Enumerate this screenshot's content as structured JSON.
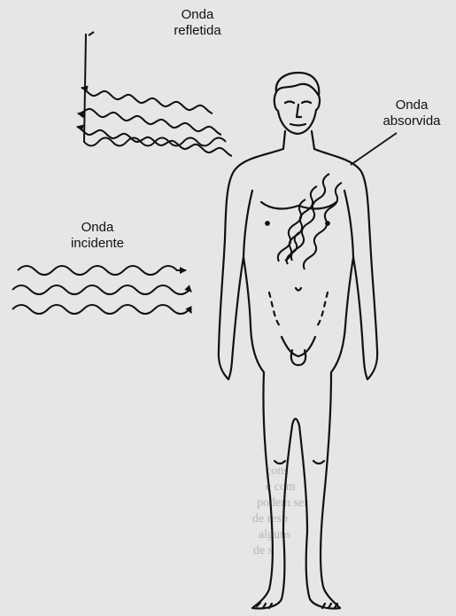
{
  "labels": {
    "reflected": {
      "line1": "Onda",
      "line2": "refletida"
    },
    "absorbed": {
      "line1": "Onda",
      "line2": "absorvida"
    },
    "incident": {
      "line1": "Onda",
      "line2": "incidente"
    }
  },
  "colors": {
    "background": "#e6e6e6",
    "ink": "#111111",
    "faint_text": "#b5b5b5"
  },
  "background_text": [
    "cons",
    "e com",
    "podem ser",
    "de resp",
    "alguns",
    "de s"
  ]
}
